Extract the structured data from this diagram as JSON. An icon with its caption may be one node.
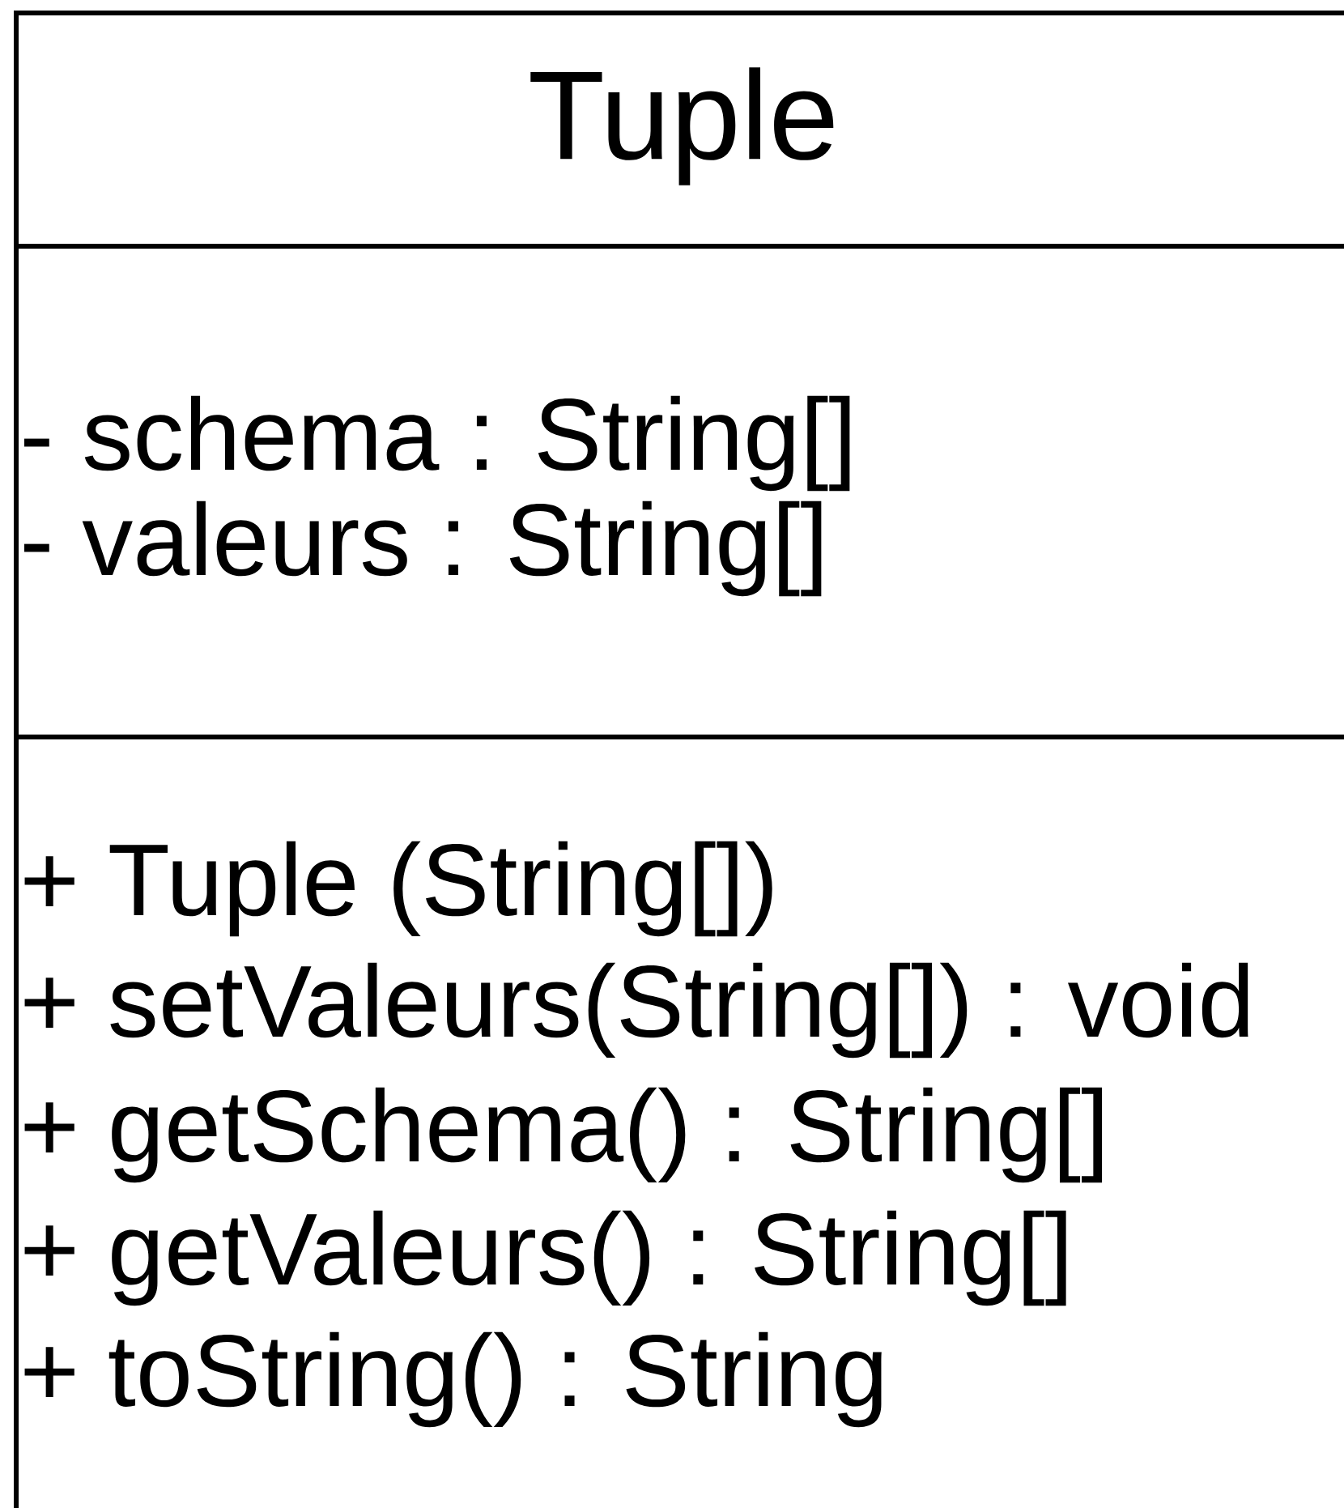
{
  "diagram": {
    "nodes": [
      {
        "text": [
          "Tuple",
          "- schema : String[]",
          "- valeurs : String[]",
          "+ Tuple (String[])",
          "+ setValeurs(String[]) : void",
          "+ getSchema() : String[]",
          "+ getValeurs() : String[]",
          "+ toString() : String"
        ]
      }
    ]
  }
}
